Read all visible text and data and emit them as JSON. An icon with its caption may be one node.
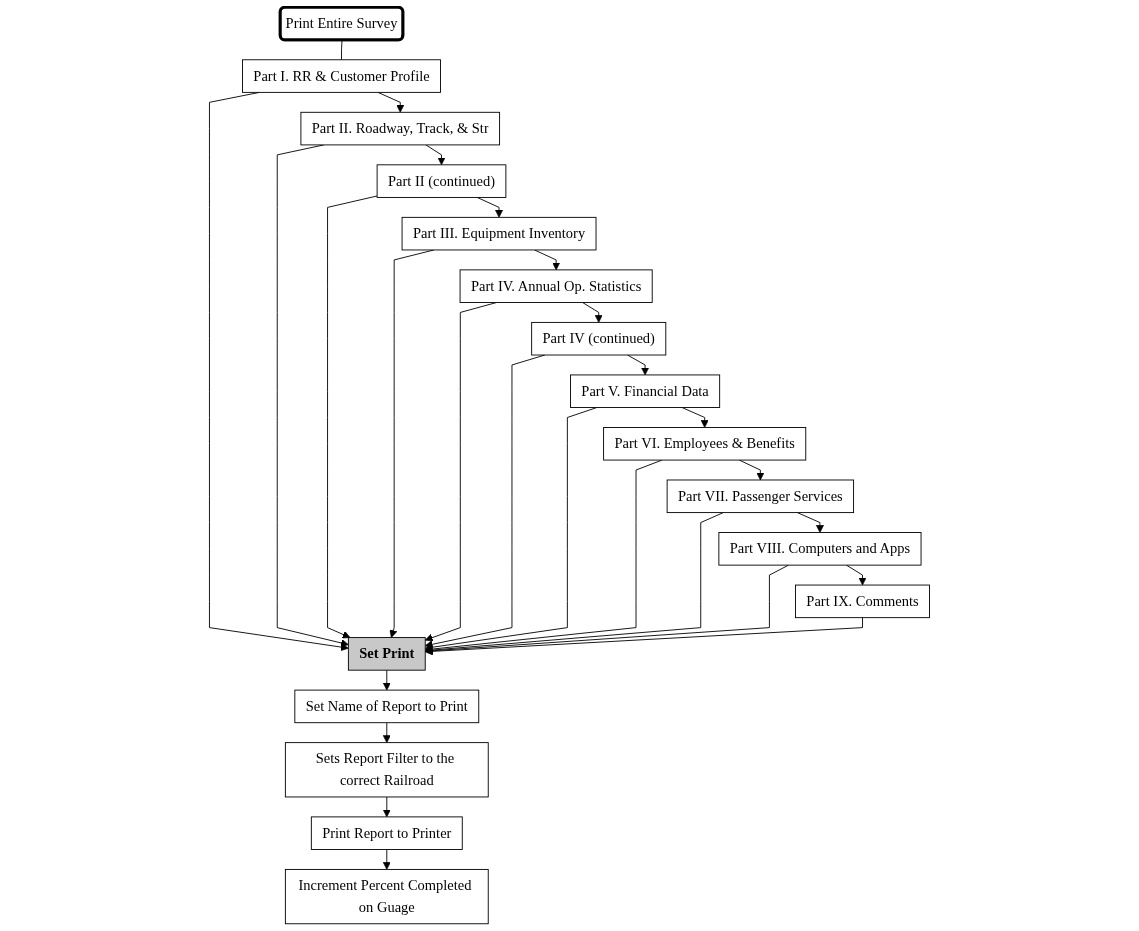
{
  "diagram": {
    "nodes": [
      {
        "text": [
          "Print Entire Survey"
        ]
      },
      {
        "text": [
          "Part I. RR & Customer Profile"
        ]
      },
      {
        "text": [
          "Part II. Roadway, Track, & Str"
        ]
      },
      {
        "text": [
          "Part II (continued)"
        ]
      },
      {
        "text": [
          "Part III. Equipment Inventory"
        ]
      },
      {
        "text": [
          "Part IV. Annual Op. Statistics"
        ]
      },
      {
        "text": [
          "Part IV (continued)"
        ]
      },
      {
        "text": [
          "Part V. Financial Data"
        ]
      },
      {
        "text": [
          "Part VI. Employees & Benefits"
        ]
      },
      {
        "text": [
          "Part VII. Passenger Services"
        ]
      },
      {
        "text": [
          "Part VIII. Computers and Apps"
        ]
      },
      {
        "text": [
          "Part IX.  Comments"
        ]
      },
      {
        "text": [
          "Set Print"
        ]
      },
      {
        "text": [
          "Set Name of Report to Print"
        ]
      },
      {
        "text": [
          "Sets Report Filter to the correct Railroad"
        ]
      },
      {
        "text": [
          "Print Report to Printer"
        ]
      },
      {
        "text": [
          "Increment Percent Completed on Guage"
        ]
      }
    ],
    "edges": [
      {
        "from": 0,
        "to": 1,
        "arrow": "none"
      },
      {
        "from": 1,
        "to": 2,
        "arrow": "to"
      },
      {
        "from": 2,
        "to": 3,
        "arrow": "to"
      },
      {
        "from": 3,
        "to": 4,
        "arrow": "to"
      },
      {
        "from": 4,
        "to": 5,
        "arrow": "to"
      },
      {
        "from": 5,
        "to": 6,
        "arrow": "to"
      },
      {
        "from": 6,
        "to": 7,
        "arrow": "to"
      },
      {
        "from": 7,
        "to": 8,
        "arrow": "to"
      },
      {
        "from": 8,
        "to": 9,
        "arrow": "to"
      },
      {
        "from": 9,
        "to": 10,
        "arrow": "to"
      },
      {
        "from": 10,
        "to": 11,
        "arrow": "to"
      },
      {
        "from": 1,
        "to": 12,
        "arrow": "to"
      },
      {
        "from": 2,
        "to": 12,
        "arrow": "to"
      },
      {
        "from": 3,
        "to": 12,
        "arrow": "to"
      },
      {
        "from": 4,
        "to": 12,
        "arrow": "to"
      },
      {
        "from": 5,
        "to": 12,
        "arrow": "to"
      },
      {
        "from": 6,
        "to": 12,
        "arrow": "to"
      },
      {
        "from": 7,
        "to": 12,
        "arrow": "to"
      },
      {
        "from": 8,
        "to": 12,
        "arrow": "to"
      },
      {
        "from": 9,
        "to": 12,
        "arrow": "to"
      },
      {
        "from": 10,
        "to": 12,
        "arrow": "to"
      },
      {
        "from": 11,
        "to": 12,
        "arrow": "to"
      },
      {
        "from": 12,
        "to": 13,
        "arrow": "to"
      },
      {
        "from": 13,
        "to": 14,
        "arrow": "to"
      },
      {
        "from": 14,
        "to": 15,
        "arrow": "to"
      },
      {
        "from": 15,
        "to": 16,
        "arrow": "to"
      }
    ]
  }
}
